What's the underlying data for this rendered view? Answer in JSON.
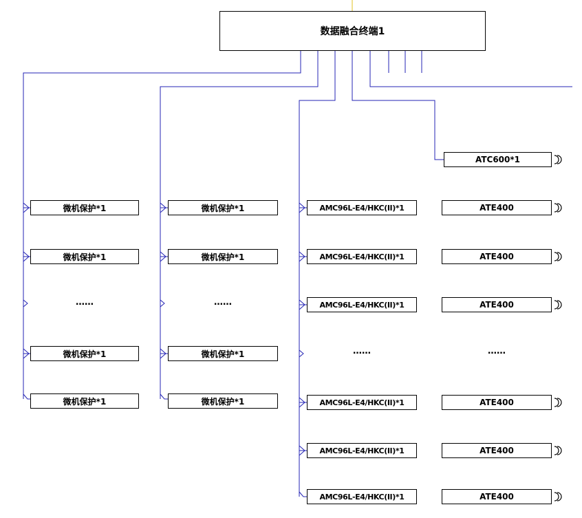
{
  "terminal": {
    "label": "数据融合终端1"
  },
  "colors": {
    "line": "#2323b4",
    "top_stub": "#e0c020",
    "box_border": "#000000"
  },
  "icons": {
    "rs485_end": "right-arc-symbol-icon"
  },
  "column1": {
    "items": [
      "微机保护*1",
      "微机保护*1",
      "微机保护*1",
      "微机保护*1"
    ],
    "ellipsis": "……"
  },
  "column2": {
    "items": [
      "微机保护*1",
      "微机保护*1",
      "微机保护*1",
      "微机保护*1"
    ],
    "ellipsis": "……"
  },
  "column3": {
    "items": [
      "AMC96L-E4/HKC(II)*1",
      "AMC96L-E4/HKC(II)*1",
      "AMC96L-E4/HKC(II)*1",
      "AMC96L-E4/HKC(II)*1",
      "AMC96L-E4/HKC(II)*1",
      "AMC96L-E4/HKC(II)*1"
    ],
    "ellipsis": "……"
  },
  "column4": {
    "top_item": "ATC600*1",
    "items": [
      "ATE400",
      "ATE400",
      "ATE400",
      "ATE400",
      "ATE400",
      "ATE400"
    ],
    "ellipsis": "……"
  }
}
